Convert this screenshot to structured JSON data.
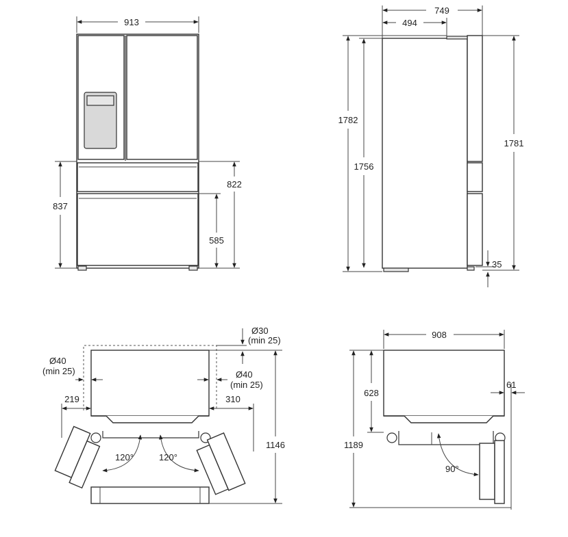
{
  "front_view": {
    "width": "913",
    "height_lower": "837",
    "height_drawer_top": "822",
    "height_drawer_bottom": "585"
  },
  "side_view": {
    "depth_total": "749",
    "depth_body": "494",
    "height_total": "1782",
    "height_body": "1756",
    "height_door": "1781",
    "foot_clearance": "35"
  },
  "top_view_doors": {
    "gap_top_symbol": "Ø30",
    "gap_top_min": "(min 25)",
    "gap_left_symbol": "Ø40",
    "gap_left_min": "(min 25)",
    "gap_right_symbol": "Ø40",
    "gap_right_min": "(min 25)",
    "left_clearance": "219",
    "right_clearance": "310",
    "left_angle": "120°",
    "right_angle": "120°",
    "depth_open": "1146"
  },
  "top_view_side": {
    "width": "908",
    "depth": "628",
    "side_gap": "61",
    "depth_open": "1189",
    "angle": "90°"
  }
}
